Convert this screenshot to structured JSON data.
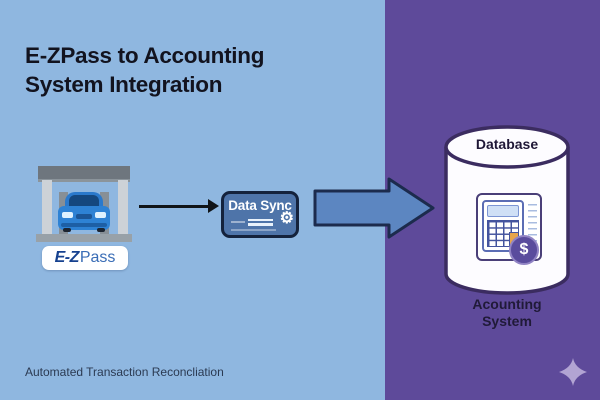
{
  "meta": {
    "kind": "flow-diagram",
    "colors": {
      "left_background": "#8fb7e0",
      "right_background": "#5e4a9a",
      "title_text": "#12131f",
      "data_sync_fill": "#4e74a9",
      "data_sync_border": "#14223c",
      "big_arrow_fill": "#5c86c1",
      "big_arrow_border": "#1c2b4d",
      "cylinder_fill": "#fdfcff",
      "cylinder_border": "#3b2c60",
      "dollar_circle": "#5a4c9d",
      "orange_key": "#e7a54b",
      "sparkle": "#b2a4d3",
      "ezpass_blue": "#16418f"
    }
  },
  "title": {
    "line1": "E-ZPass to Accounting",
    "line2": "System Integration"
  },
  "ezpass": {
    "label_bold": "E-Z",
    "label_regular": "Pass"
  },
  "data_sync": {
    "label": "Data Sync"
  },
  "database": {
    "label": "Database"
  },
  "accounting_system": {
    "line1": "Acounting",
    "line2": "System"
  },
  "footer": {
    "caption": "Automated Transaction Reconcliation"
  },
  "icons": {
    "gear_glyph": "⚙",
    "dollar_glyph": "$",
    "toll_booth": "toll-booth-with-car",
    "sparkle": "four-pointed-star",
    "flow_arrow_small": "thin-black-right-arrow",
    "flow_arrow_big": "outlined-block-right-arrow",
    "database": "cylinder",
    "calculator": "calculator-on-ledger-sheet"
  }
}
